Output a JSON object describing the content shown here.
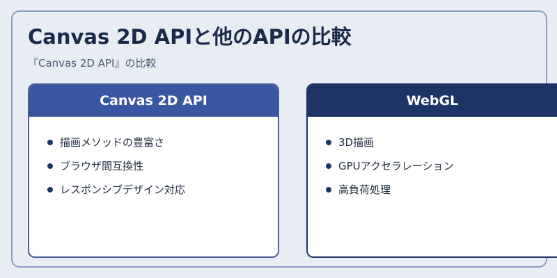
{
  "title": "Canvas 2D APIと他のAPIの比較",
  "subtitle": "『Canvas 2D API』の比較",
  "cards": [
    {
      "header": "Canvas 2D API",
      "items": [
        "描画メソッドの豊富さ",
        "ブラウザ間互換性",
        "レスポンシブデザイン対応"
      ]
    },
    {
      "header": "WebGL",
      "items": [
        "3D描画",
        "GPUアクセラレーション",
        "高負荷処理"
      ]
    }
  ],
  "colors": {
    "left_header": "#3a56a0",
    "right_header": "#1e3366",
    "bullet": "#1e3366",
    "background": "#e8edf3"
  }
}
